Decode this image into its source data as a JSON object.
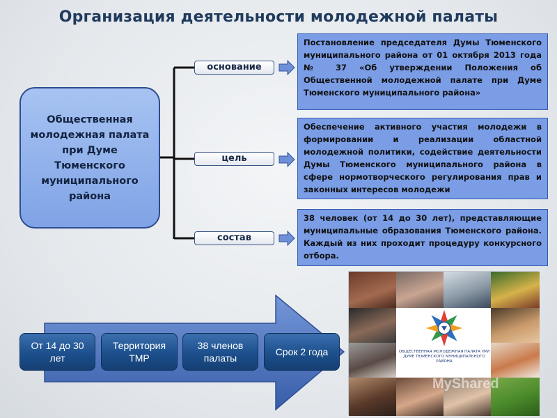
{
  "title": "Организация деятельности молодежной палаты",
  "org_box": "Общественная молодежная палата при Думе Тюменского муниципального района",
  "branches": [
    {
      "label": "основание",
      "text": "Постановление председателя Думы Тюменского муниципального района от 01 октября 2013 года № 37 «Об утверждении Положения об Общественной молодежной палате при Думе Тюменского муниципального района»"
    },
    {
      "label": "цель",
      "text": "Обеспечение активного участия молодежи в формировании и реализации областной молодежной политики, содействие деятельности Думы Тюменского муниципального района в сфере нормотворческого регулирования прав и законных интересов молодежи"
    },
    {
      "label": "состав",
      "text": "38 человек (от 14 до 30 лет), представляющие муниципальные образования Тюменского района. Каждый из них проходит процедуру конкурсного отбора."
    }
  ],
  "facts": [
    "От 14 до 30 лет",
    "Территория ТМР",
    "38 членов палаты",
    "Срок 2 года"
  ],
  "collage_logo_caption": "ОБЩЕСТВЕННАЯ МОЛОДЕЖНАЯ ПАЛАТА ПРИ ДУМЕ ТЮМЕНСКОГО МУНИЦИПАЛЬНОГО РАЙОНА",
  "watermark": "MyShared",
  "colors": {
    "title": "#1f3a5c",
    "org_box": "#8fb0ec",
    "desc_box": "#7a9de6",
    "pill": "#1c4f8c",
    "big_arrow": "#3d63b3"
  }
}
